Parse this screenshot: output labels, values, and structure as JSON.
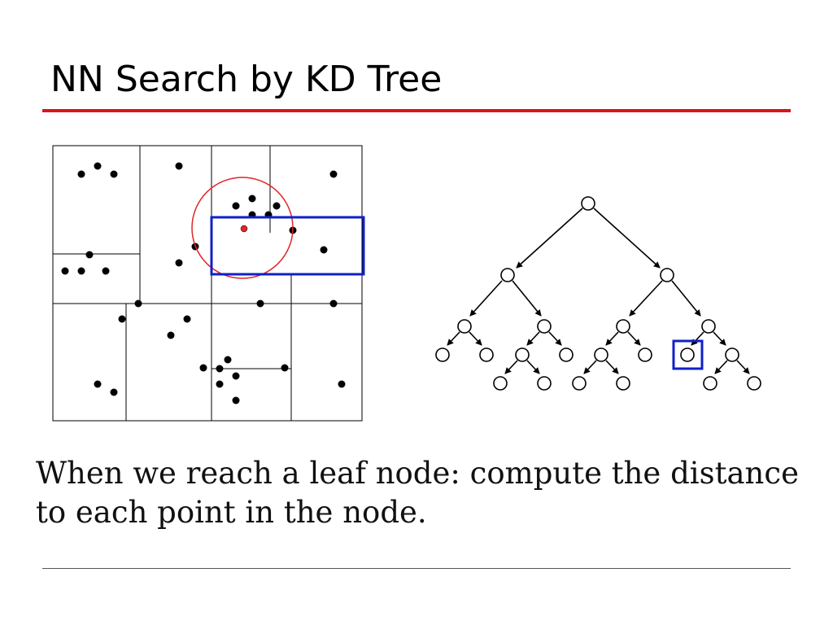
{
  "slide": {
    "title": "NN Search by KD Tree",
    "caption_line1": "When we reach a leaf node: compute the distance",
    "caption_line2": "to each point in the node."
  },
  "colors": {
    "title_rule": "#d9141c",
    "query_circle": "#e0262b",
    "highlight_box": "#1020c8",
    "query_point": "#e0262b",
    "points": "#000000"
  }
}
